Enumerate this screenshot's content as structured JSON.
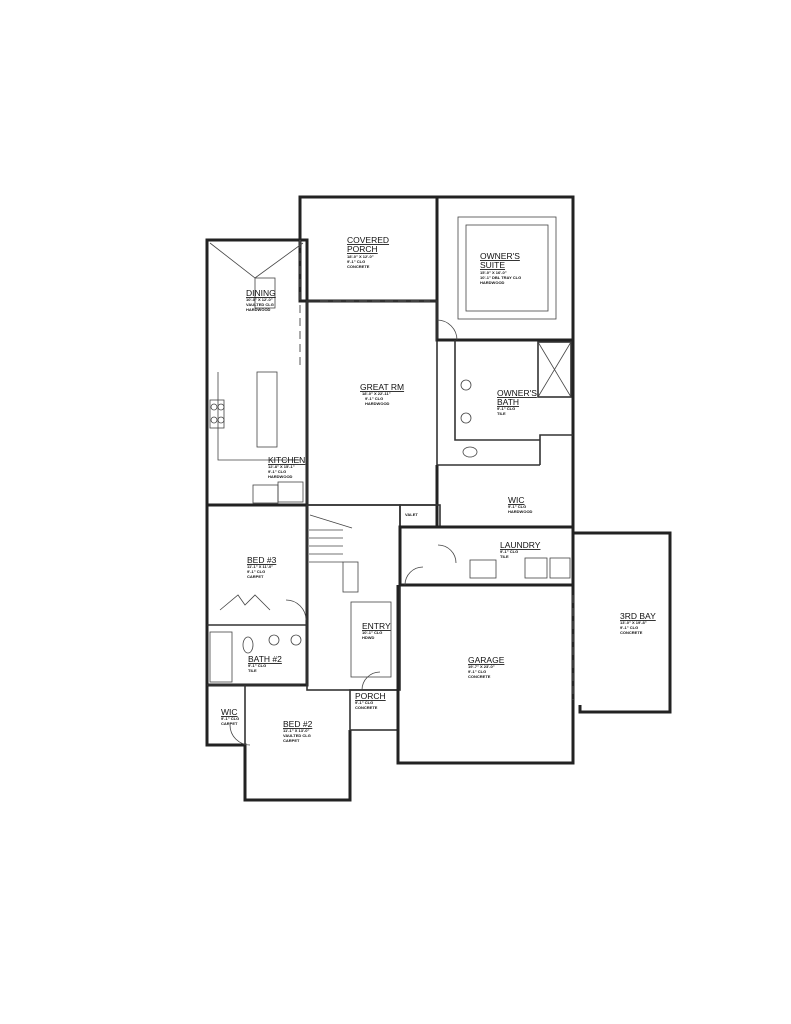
{
  "rooms": {
    "covered_porch": {
      "name1": "COVERED",
      "name2": "PORCH",
      "dims": "18'-0\" X 12'-0\"",
      "ceiling": "9'-1\" CLG",
      "floor": "CONCRETE"
    },
    "owners_suite": {
      "name1": "OWNER'S",
      "name2": "SUITE",
      "dims": "15'-0\" X 16'-0\"",
      "ceiling": "10'-1\" DBL TRAY CLG",
      "floor": "HARDWOOD"
    },
    "dining": {
      "name": "DINING",
      "dims": "10'-0\" X 12'-0\"",
      "ceiling": "VAULTED CLG",
      "floor": "HARDWOOD"
    },
    "great_rm": {
      "name": "GREAT RM",
      "dims": "18'-0\" X 22'-11\"",
      "ceiling": "9'-1\" CLG",
      "floor": "HARDWOOD"
    },
    "owners_bath": {
      "name1": "OWNER'S",
      "name2": "BATH",
      "ceiling": "9'-1\" CLG",
      "floor": "TILE"
    },
    "kitchen": {
      "name": "KITCHEN",
      "dims": "12'-8\" X 15'-1\"",
      "ceiling": "9'-1\" CLG",
      "floor": "HARDWOOD"
    },
    "wic_owner": {
      "name": "WIC",
      "ceiling": "9'-1\" CLG",
      "floor": "HARDWOOD"
    },
    "valet": {
      "name": "VALET"
    },
    "laundry": {
      "name": "LAUNDRY",
      "ceiling": "9'-1\" CLG",
      "floor": "TILE"
    },
    "bed3": {
      "name": "BED #3",
      "dims": "11'-1\" X 11'-0\"",
      "ceiling": "9'-1\" CLG",
      "floor": "CARPET"
    },
    "entry": {
      "name": "ENTRY",
      "ceiling": "10'-1\" CLG",
      "floor": "HDWD"
    },
    "bath2": {
      "name": "BATH #2",
      "ceiling": "9'-1\" CLG",
      "floor": "TILE"
    },
    "garage": {
      "name": "GARAGE",
      "dims": "19'-7\" X 23'-0\"",
      "ceiling": "9'-1\" CLG",
      "floor": "CONCRETE"
    },
    "third_bay": {
      "name": "3RD BAY",
      "dims": "13'-0\" X 19'-8\"",
      "ceiling": "9'-1\" CLG",
      "floor": "CONCRETE"
    },
    "porch": {
      "name": "PORCH",
      "ceiling": "9'-1\" CLG",
      "floor": "CONCRETE"
    },
    "wic_bed2": {
      "name": "WIC",
      "ceiling": "9'-1\" CLG",
      "floor": "CARPET"
    },
    "bed2": {
      "name": "BED #2",
      "dims": "11'-1\" X 13'-0\"",
      "ceiling": "VAULTED CLG",
      "floor": "CARPET"
    }
  }
}
